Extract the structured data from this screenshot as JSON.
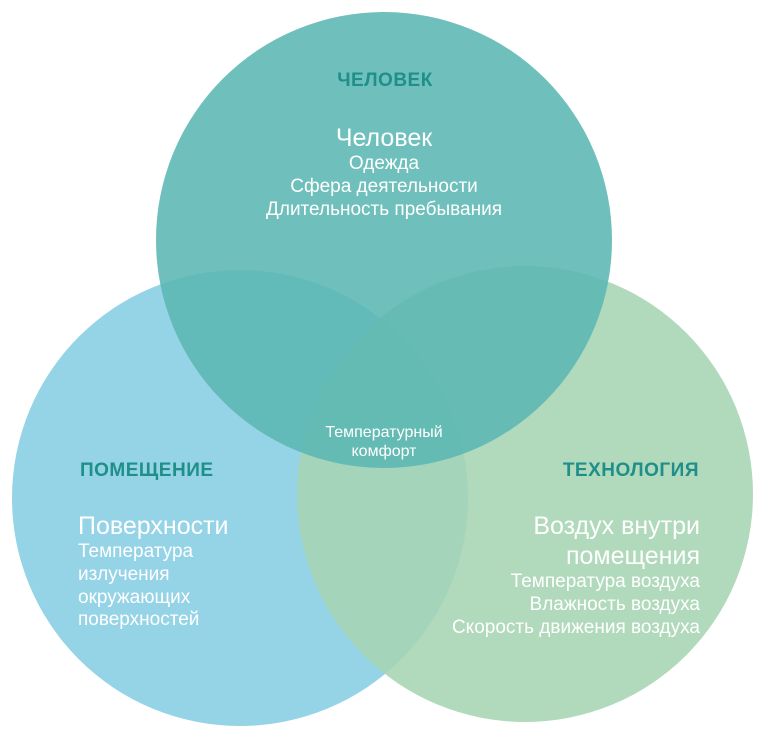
{
  "colors": {
    "top_circle": "#5bb7b3",
    "left_circle": "#95d3e6",
    "right_circle": "#a6d4b3",
    "category_text": "#1f8f8a",
    "body_text": "#ffffff"
  },
  "top": {
    "category": "ЧЕЛОВЕК",
    "title": "Человек",
    "items": [
      "Одежда",
      "Сфера деятельности",
      "Длительность пребывания"
    ]
  },
  "left": {
    "category": "ПОМЕЩЕНИЕ",
    "title": "Поверхности",
    "items": [
      "Температура",
      "излучения",
      "окружающих",
      "поверхностей"
    ]
  },
  "right": {
    "category": "ТЕХНОЛОГИЯ",
    "title_lines": [
      "Воздух внутри",
      "помещения"
    ],
    "items": [
      "Температура воздуха",
      "Влажность воздуха",
      "Скорость движения воздуха"
    ]
  },
  "center": {
    "lines": [
      "Температурный",
      "комфорт"
    ]
  }
}
